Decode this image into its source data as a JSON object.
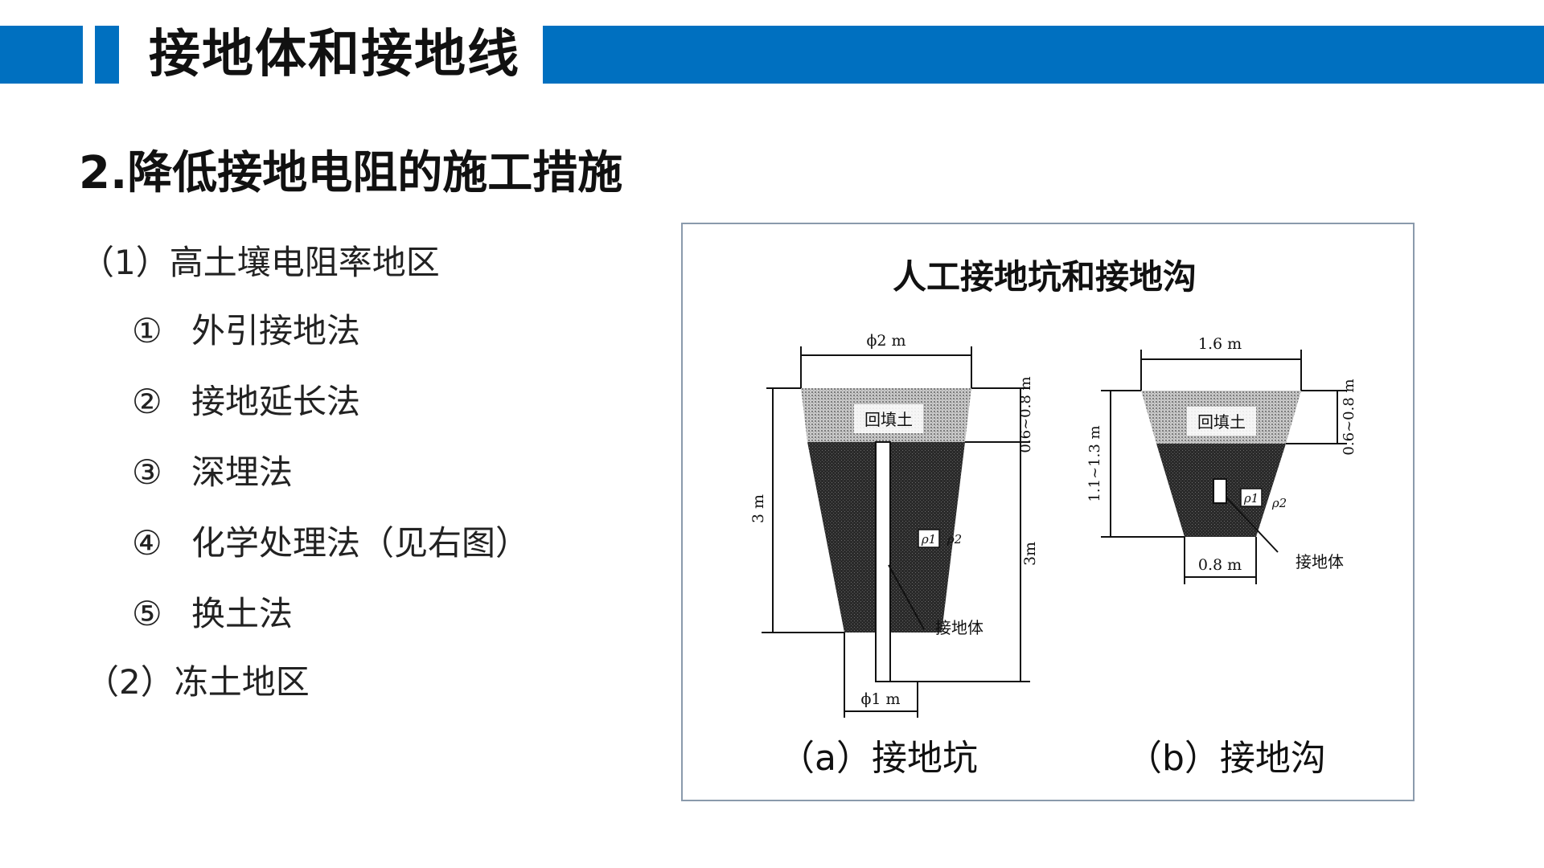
{
  "header": {
    "title": "接地体和接地线",
    "accent_color": "#0070c0"
  },
  "section": {
    "title": "2.降低接地电阻的施工措施"
  },
  "list": [
    {
      "num": "",
      "text": "（1）高土壤电阻率地区"
    },
    {
      "num": "①",
      "text": "外引接地法"
    },
    {
      "num": "②",
      "text": "接地延长法"
    },
    {
      "num": "③",
      "text": "深埋法"
    },
    {
      "num": "④",
      "text": "化学处理法（见右图）"
    },
    {
      "num": "⑤",
      "text": "换土法"
    },
    {
      "num": "",
      "text": "（2）冻土地区"
    }
  ],
  "figure": {
    "title": "人工接地坑和接地沟",
    "caption_a": "（a）接地坑",
    "caption_b": "（b）接地沟",
    "pit": {
      "top_width": "ϕ2 m",
      "bottom_width": "ϕ1 m",
      "depth_left": "3 m",
      "depth_right": "3m",
      "fill_depth": "0.6~0.8 m",
      "fill_label": "回填土",
      "rho1": "ρ1",
      "rho2": "ρ2",
      "electrode_label": "接地体"
    },
    "trench": {
      "top_width": "1.6 m",
      "bottom_width": "0.8 m",
      "depth": "1.1~1.3 m",
      "fill_depth": "0.6~0.8 m",
      "fill_label": "回填土",
      "rho1": "ρ1",
      "rho2": "ρ2",
      "electrode_label": "接地体"
    }
  }
}
